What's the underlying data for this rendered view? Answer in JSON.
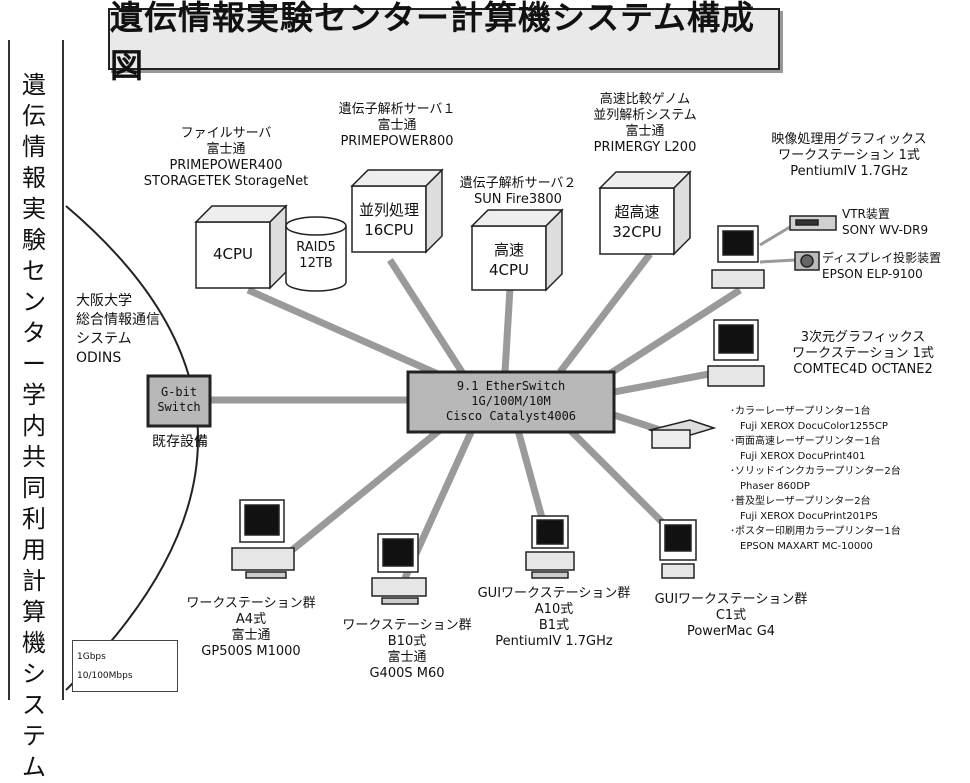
{
  "title": "遺伝情報実験センター計算機システム構成図",
  "vertical_label": "遺伝情報実験センター学内共同利用計算機システム",
  "odins": "大阪大学\n総合情報通信\nシステム\nODINS",
  "gbit_switch": "G-bit\nSwitch",
  "existing": "既存設備",
  "central_switch": "9.1 EtherSwitch\n1G/100M/10M\nCisco Catalyst4006",
  "file_server": {
    "caption": "ファイルサーバ\n富士通\nPRIMEPOWER400\nSTORAGETEK StorageNet",
    "box": "4CPU",
    "raid": "RAID5\n12TB"
  },
  "server1": {
    "caption": "遺伝子解析サーバ１\n富士通\nPRIMEPOWER800",
    "box": "並列処理\n16CPU"
  },
  "server2": {
    "caption": "遺伝子解析サーバ２\nSUN Fire3800",
    "box": "高速\n4CPU"
  },
  "server3": {
    "caption": "高速比較ゲノム\n並列解析システム\n富士通\nPRIMERGY L200",
    "box": "超高速\n32CPU"
  },
  "graphics_ws": "映像処理用グラフィックス\nワークステーション 1式\nPentiumIV 1.7GHz",
  "vtr": "VTR装置\nSONY WV-DR9",
  "projector": "ディスプレイ投影装置\nEPSON ELP-9100",
  "ws3d": "3次元グラフィックス\nワークステーション 1式\nCOMTEC4D OCTANE2",
  "printers": "･カラーレーザープリンター1台\n　Fuji XEROX DocuColor1255CP\n･両面高速レーザープリンター1台\n　Fuji XEROX DocuPrint401\n･ソリッドインクカラープリンター2台\n　Phaser 860DP\n･普及型レーザープリンター2台\n　Fuji XEROX DocuPrint201PS\n･ポスター印刷用カラープリンター1台\n　EPSON MAXART MC-10000",
  "ws_a4": "ワークステーション群\nA4式\n富士通\nGP500S M1000",
  "ws_b10": "ワークステーション群\nB10式\n富士通\nG400S M60",
  "gui_a10": "GUIワークステーション群\nA10式\nB1式\nPentiumIV 1.7GHz",
  "gui_c1": "GUIワークステーション群\nC1式\nPowerMac G4",
  "legend": {
    "row1": "1Gbps",
    "row2": "10/100Mbps"
  }
}
